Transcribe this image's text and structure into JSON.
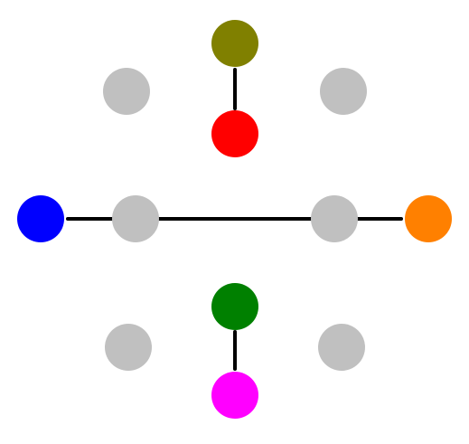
{
  "colors": {
    "background": "#ffffff",
    "edge": "#000000",
    "inactive_node": "#c0c0c0"
  },
  "nodes": [
    {
      "id": "olive-node",
      "color": "#808000",
      "active": true
    },
    {
      "id": "red-node",
      "color": "#ff0000",
      "active": true
    },
    {
      "id": "blue-node",
      "color": "#0000ff",
      "active": true
    },
    {
      "id": "orange-node",
      "color": "#ff8000",
      "active": true
    },
    {
      "id": "green-node",
      "color": "#008000",
      "active": true
    },
    {
      "id": "magenta-node",
      "color": "#ff00ff",
      "active": true
    },
    {
      "id": "gray-node-top-left",
      "color": "#c0c0c0",
      "active": false
    },
    {
      "id": "gray-node-top-right",
      "color": "#c0c0c0",
      "active": false
    },
    {
      "id": "gray-node-mid-left",
      "color": "#c0c0c0",
      "active": false
    },
    {
      "id": "gray-node-mid-right",
      "color": "#c0c0c0",
      "active": false
    },
    {
      "id": "gray-node-bottom-left",
      "color": "#c0c0c0",
      "active": false
    },
    {
      "id": "gray-node-bottom-right",
      "color": "#c0c0c0",
      "active": false
    }
  ],
  "edges": [
    {
      "id": "edge-olive-red",
      "from": "olive-node",
      "to": "red-node"
    },
    {
      "id": "edge-blue-orange",
      "from": "blue-node",
      "to": "orange-node"
    },
    {
      "id": "edge-green-magenta",
      "from": "green-node",
      "to": "magenta-node"
    }
  ]
}
